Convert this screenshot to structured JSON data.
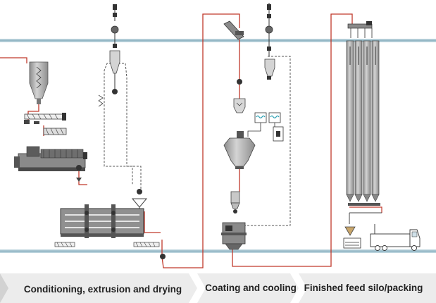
{
  "sections": [
    {
      "label": "Conditioning, extrusion and drying"
    },
    {
      "label": "Coating and cooling"
    },
    {
      "label": "Finished feed silo/packing"
    }
  ],
  "colors": {
    "floor": "#a8c8d4",
    "conveying_line": "#c0392b",
    "air_line": "#555555",
    "equipment": "#9a9a9a",
    "equipment_dark": "#3a3a3a",
    "footer_band": "#ececec",
    "water_tank": "#2a9fb2"
  }
}
